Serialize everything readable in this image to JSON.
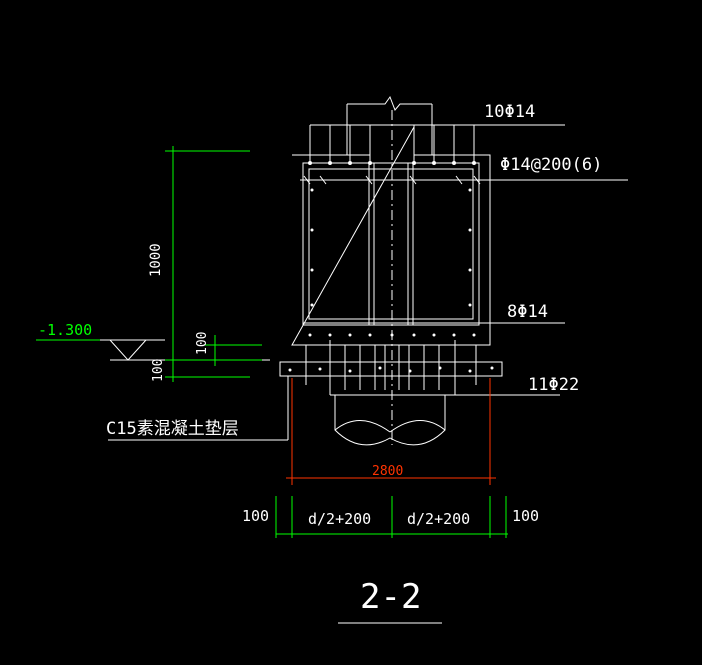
{
  "labels": {
    "top_bars": "10Φ14",
    "stirrups": "Φ14@200(6)",
    "side_bars": "8Φ14",
    "bottom_bars": "11Φ22",
    "elevation": "-1.300",
    "cushion_layer": "C15素混凝土垫层",
    "dim_height": "1000",
    "dim_step_upper": "100",
    "dim_step_lower": "100",
    "dim_width": "2800",
    "dim_left_margin": "100",
    "dim_half_left": "d/2+200",
    "dim_half_right": "d/2+200",
    "dim_right_margin": "100",
    "section_title": "2-2"
  },
  "colors": {
    "background": "#000000",
    "geometry": "#ffffff",
    "dimension": "#00ff00",
    "dimension_text": "#ffffff",
    "width_dimension": "#ff3300"
  }
}
